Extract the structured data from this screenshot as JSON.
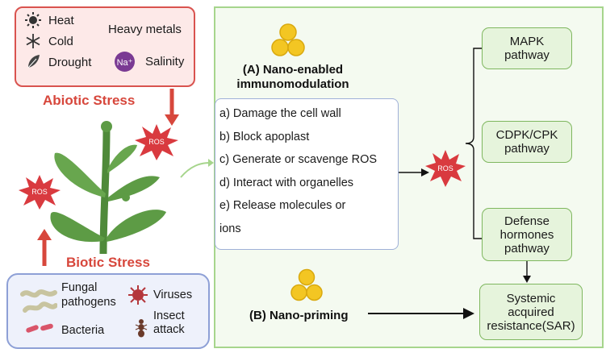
{
  "abiotic": {
    "title": "Abiotic Stress",
    "items": {
      "heat": "Heat",
      "cold": "Cold",
      "drought": "Drought",
      "heavy_metals": "Heavy metals",
      "salinity": "Salinity",
      "na_symbol": "Na⁺"
    }
  },
  "biotic": {
    "title": "Biotic Stress",
    "items": {
      "fungal": "Fungal pathogens",
      "viruses": "Viruses",
      "bacteria": "Bacteria",
      "insect": "Insect attack"
    }
  },
  "ros_label": "ROS",
  "nano_enabled": {
    "line1": "(A) Nano-enabled",
    "line2": "immunomodulation"
  },
  "mechanisms": [
    "a) Damage the cell wall",
    "b) Block apoplast",
    "c) Generate or scavenge ROS",
    "d) Interact with organelles",
    "e) Release  molecules or",
    "ions"
  ],
  "nano_priming": "(B) Nano-priming",
  "pathways": {
    "mapk": {
      "line1": "MAPK",
      "line2": "pathway"
    },
    "cdpk": {
      "line1": "CDPK/CPK",
      "line2": "pathway"
    },
    "defense": {
      "line1": "Defense",
      "line2": "hormones",
      "line3": "pathway"
    },
    "sar": {
      "line1": "Systemic",
      "line2": "acquired",
      "line3": "resistance(SAR)"
    }
  },
  "colors": {
    "stress_red": "#d7473c",
    "panel_green": "#a6d58c",
    "nano_gold": "#f3c623",
    "ros_star": "#d93a3f"
  }
}
